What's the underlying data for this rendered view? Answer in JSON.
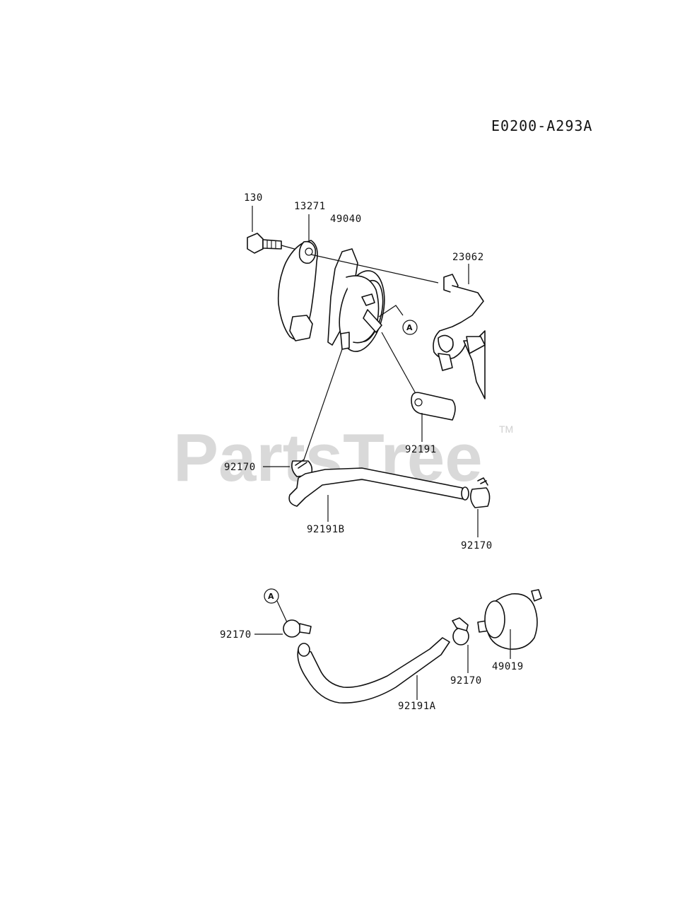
{
  "diagram_code": "E0200-A293A",
  "watermark": "PartsTree",
  "trademark": "TM",
  "ref_marker": "A",
  "labels": {
    "p130": "130",
    "p13271": "13271",
    "p49040": "49040",
    "p23062": "23062",
    "p92191": "92191",
    "p92170_a": "92170",
    "p92191b": "92191B",
    "p92170_b": "92170",
    "p92170_c": "92170",
    "p92170_d": "92170",
    "p49019": "49019",
    "p92191a": "92191A"
  }
}
